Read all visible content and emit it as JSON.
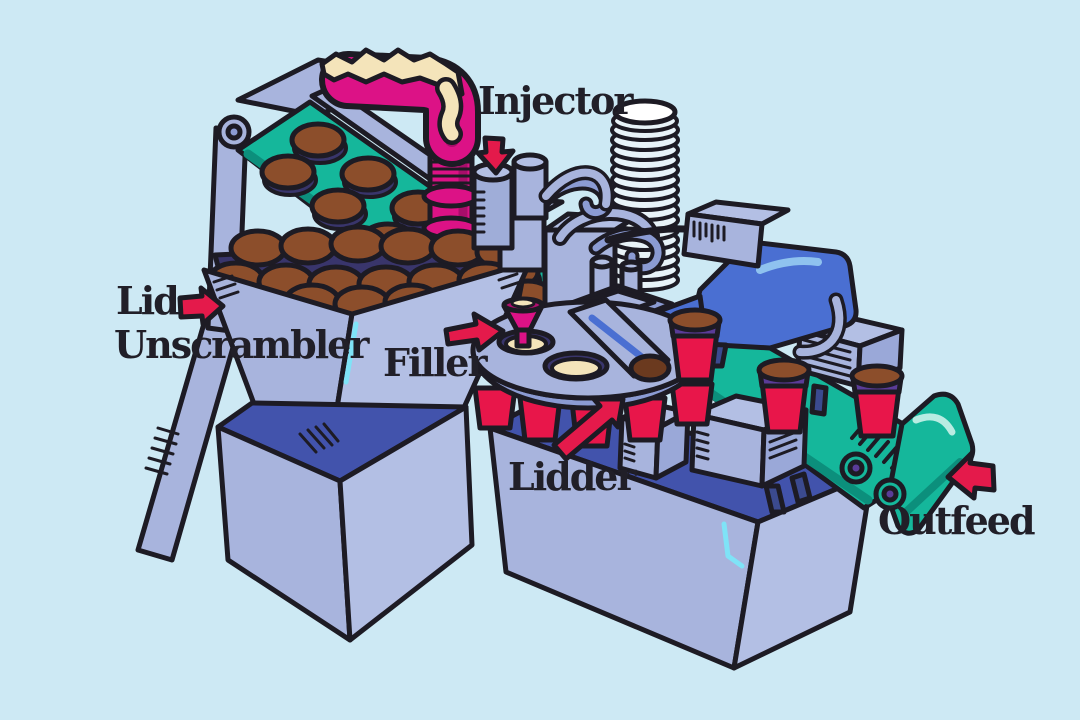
{
  "palette": {
    "background": "#cde9f4",
    "machine-light": "#a8b4dd",
    "machine-lighter": "#b3bfe4",
    "machine-mid": "#8b9bd3",
    "machine-dark-top": "#4253ac",
    "arm-blue": "#4a6fd2",
    "belt-teal": "#15b79b",
    "belt-teal-dark": "#0c8f7c",
    "pipe-magenta": "#dc1286",
    "pipe-magenta-dark": "#a80e6a",
    "cup-red": "#e8164a",
    "lid-brown": "#8c4e2b",
    "cream": "#f4e4ba",
    "band-purple": "#5a3c98",
    "arrow-red": "#e41a4b",
    "highlight-cyan": "#7fe3f7",
    "outline": "#1d1b24",
    "label-text": "#211f28"
  },
  "diagram": {
    "type": "labeled-illustration",
    "callouts": [
      {
        "id": "lid-unscrambler",
        "lines": [
          "Lid",
          "Unscrambler"
        ],
        "arrow": "right"
      },
      {
        "id": "injector",
        "lines": [
          "Injector"
        ],
        "arrow": "down"
      },
      {
        "id": "filler",
        "lines": [
          "Filler"
        ],
        "arrow": "right"
      },
      {
        "id": "lidder",
        "lines": [
          "Lidder"
        ],
        "arrow": "up-right"
      },
      {
        "id": "outfeed",
        "lines": [
          "Outfeed"
        ],
        "arrow": "left"
      }
    ]
  }
}
